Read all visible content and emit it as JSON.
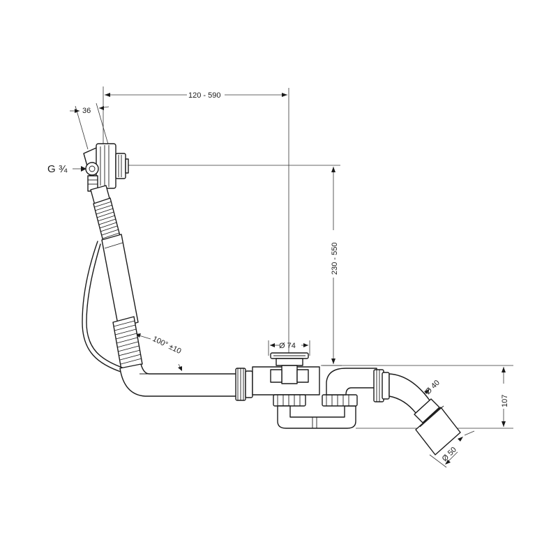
{
  "dimensions": {
    "overflow_width": "36",
    "horizontal_range": "120 - 590",
    "vertical_range": "230 - 550",
    "angle": "100° ±10",
    "drain_diameter": "Ø 74",
    "trap_height": "107",
    "outlet_inner": "Ø 40",
    "outlet_outer": "Ø 50"
  },
  "thread_label": "G ¾"
}
